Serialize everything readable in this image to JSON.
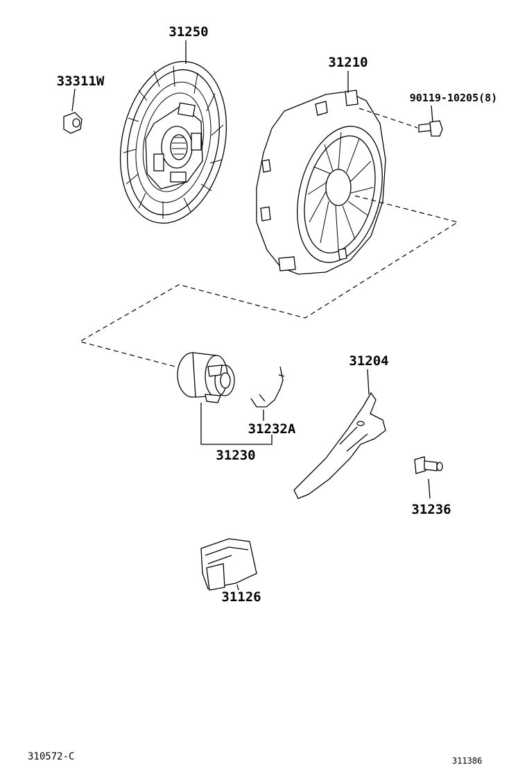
{
  "parts": {
    "clutch_disc": "31250",
    "pilot_bearing": "33311W",
    "clutch_cover": "31210",
    "cover_bolt": "90119-10205(8)",
    "release_bearing_hub": "31230",
    "hub_clip": "31232A",
    "release_fork": "31204",
    "fork_pivot_stud": "31236",
    "fork_boot": "31126"
  },
  "footer": {
    "left_code": "310572-C",
    "right_code": "311386"
  }
}
